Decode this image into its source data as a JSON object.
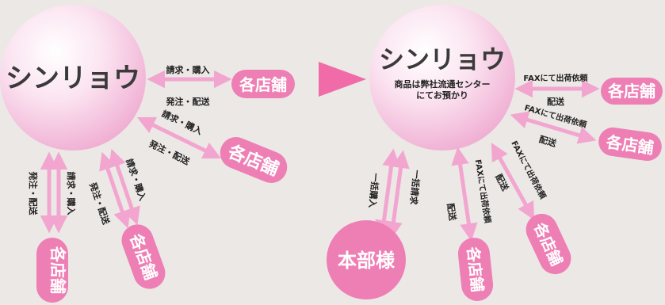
{
  "colors": {
    "background": "#ece8e6",
    "arrow": "#f2a6cf",
    "pill": "#ee7fb5",
    "sphere_light": "#fff6fb",
    "sphere_dark": "#f3b6d8",
    "big_arrow": "#f06ba8",
    "label_text": "#222222"
  },
  "left": {
    "company": "シンリョウ",
    "store": "各店舗",
    "request_purchase": "請求・購入",
    "order_delivery": "発注・配送"
  },
  "right": {
    "company": "シンリョウ",
    "note_line1": "商品は弊社流通センター",
    "note_line2": "にてお預かり",
    "store": "各店舗",
    "head_office": "本部様",
    "fax_request": "FAXにて出荷依頼",
    "delivery": "配送",
    "bulk_request": "一括請求",
    "bulk_purchase": "一括購入"
  }
}
